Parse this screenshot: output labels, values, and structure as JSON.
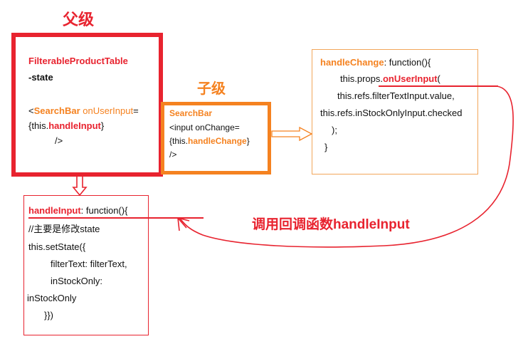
{
  "labels": {
    "parent_title": "父级",
    "child_title": "子级",
    "callback_label": "调用回调函数handleInput"
  },
  "parent_box": {
    "component": "FilterableProductTable",
    "state": "-state",
    "open_tag": "<",
    "child_name": "SearchBar",
    "prop_name": " onUserInput",
    "equals": "=",
    "expr_prefix": "{this.",
    "handler": "handleInput",
    "expr_suffix": "}",
    "close_tag": "/>"
  },
  "child_box": {
    "name": "SearchBar",
    "input_line": " <input onChange=",
    "expr_prefix": "{this.",
    "handler": "handleChange",
    "expr_suffix": "}",
    "close_tag": "/>"
  },
  "handlechange_box": {
    "fn_name": "handleChange",
    "fn_decl": ": function(){",
    "call_prefix": "this.props.",
    "call_name": "onUserInput",
    "call_suffix": "(",
    "arg1": "this.refs.filterTextInput.value,",
    "arg2": "this.refs.inStockOnlyInput.checked",
    "close_paren": ");",
    "close_brace": "}"
  },
  "handleinput_box": {
    "fn_name": "handleInput",
    "fn_decl": ": function(){",
    "comment": "//主要是修改state",
    "set_state": " this.setState({",
    "filter_text": "filterText: filterText,",
    "in_stock_key": "inStockOnly:",
    "in_stock_val": "inStockOnly",
    "close": "}})"
  },
  "colors": {
    "red": "#e8232f",
    "orange": "#f58220",
    "box_orange_border": "#f2a65a"
  }
}
